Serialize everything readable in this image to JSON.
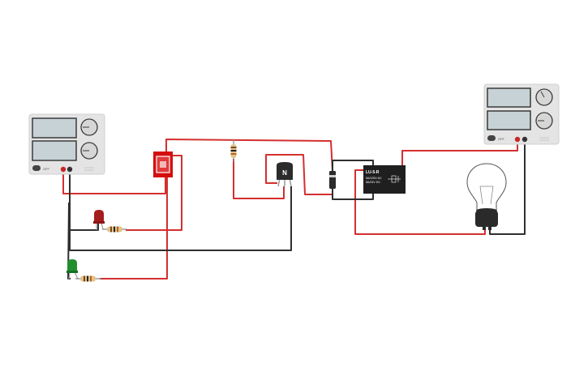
{
  "colors": {
    "wire_red": "#d42f2f",
    "wire_black": "#2f2f2f",
    "psu_body": "#e4e4e4",
    "psu_screen": "#c6d2d6",
    "slide_switch": "#d40d0d",
    "led_red": "#a51c1c",
    "led_green": "#1f8f2f",
    "relay_body": "#1f1f1f"
  },
  "power_supply_left": {
    "knob_label_1": "",
    "knob_label_2": "",
    "off_button_label": "OFF"
  },
  "power_supply_right": {
    "off_button_label": "OFF"
  },
  "transistor": {
    "label": "N"
  },
  "relay": {
    "model": "LU-5-R",
    "rating_ac": "5A/125V AC",
    "rating_dc": "5A/24V DC"
  },
  "components": [
    {
      "name": "power-supply-left",
      "icon": "dc-power-supply"
    },
    {
      "name": "slide-switch",
      "icon": "switch"
    },
    {
      "name": "resistor-top",
      "icon": "resistor"
    },
    {
      "name": "npn-transistor",
      "icon": "transistor"
    },
    {
      "name": "diode",
      "icon": "diode"
    },
    {
      "name": "relay",
      "icon": "relay"
    },
    {
      "name": "power-supply-right",
      "icon": "dc-power-supply"
    },
    {
      "name": "light-bulb",
      "icon": "bulb"
    },
    {
      "name": "red-led",
      "icon": "led"
    },
    {
      "name": "green-led",
      "icon": "led"
    },
    {
      "name": "resistor-red-led",
      "icon": "resistor"
    },
    {
      "name": "resistor-green-led",
      "icon": "resistor"
    }
  ]
}
